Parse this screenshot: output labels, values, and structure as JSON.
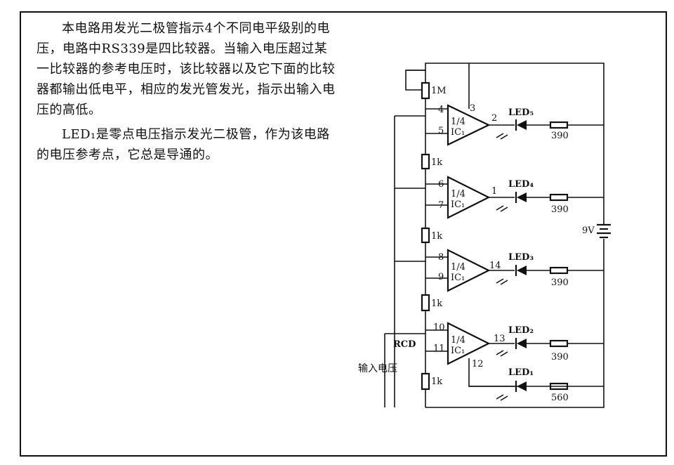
{
  "description": {
    "paragraph_1": "本电路用发光二极管指示4个不同电平级别的电压，电路中RS339是四比较器。当输入电压超过某一比较器的参考电压时，该比较器以及它下面的比较器都输出低电平，相应的发光管发光，指示出输入电压的高低。",
    "paragraph_2": "LED₁是零点电压指示发光二极管，作为该电路的电压参考点，它总是导通的。"
  },
  "schematic": {
    "pot_label": "1M",
    "divider_resistors": [
      "1k",
      "1k",
      "1k",
      "1k"
    ],
    "comparators": [
      {
        "gain": "1/4",
        "ic": "IC₁",
        "pin_in_top": "4",
        "pin_in_bottom": "5",
        "pin_out": "2",
        "pin_supply": "3",
        "led": "LED₅",
        "resistor": "390"
      },
      {
        "gain": "1/4",
        "ic": "IC₁",
        "pin_in_top": "6",
        "pin_in_bottom": "7",
        "pin_out": "1",
        "led": "LED₄",
        "resistor": "390"
      },
      {
        "gain": "1/4",
        "ic": "IC₁",
        "pin_in_top": "8",
        "pin_in_bottom": "9",
        "pin_out": "14",
        "led": "LED₃",
        "resistor": "390"
      },
      {
        "gain": "1/4",
        "ic": "IC₁",
        "pin_in_top": "10",
        "pin_in_bottom": "11",
        "pin_out": "13",
        "pin_ground": "12",
        "led": "LED₂",
        "resistor": "390"
      }
    ],
    "led1": {
      "label": "LED₁",
      "resistor": "560"
    },
    "battery_label": "9V",
    "rcd_label": "RCD",
    "input_label": "输入电压"
  }
}
